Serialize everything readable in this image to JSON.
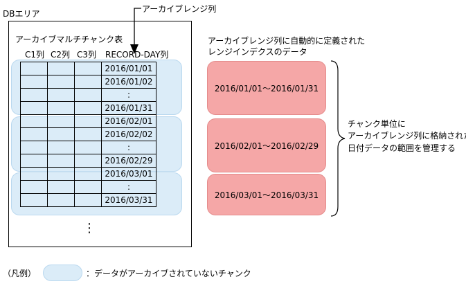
{
  "db_area_label": "DBエリア",
  "table_title": "アーカイブマルチチャンク表",
  "columns": [
    "C1列",
    "C2列",
    "C3列",
    "RECORD-DAY列"
  ],
  "rows": [
    "2016/01/01",
    "2016/01/02",
    ":",
    "2016/01/31",
    "2016/02/01",
    "2016/02/02",
    ":",
    "2016/02/29",
    "2016/03/01",
    ":",
    "2016/03/31"
  ],
  "continuation_mark": "⋮",
  "archive_column_label": "アーカイブレンジ列",
  "index_caption_line1": "アーカイブレンジ列に自動的に定義された",
  "index_caption_line2": "レンジインデクスのデータ",
  "ranges": [
    "2016/01/01～2016/01/31",
    "2016/02/01～2016/02/29",
    "2016/03/01～2016/03/31"
  ],
  "brace_note": [
    "チャンク単位に",
    "アーカイブレンジ列に格納された",
    "日付データの範囲を管理する"
  ],
  "legend_prefix": "（凡例）",
  "legend_text": "：データがアーカイブされていないチャンク",
  "colors": {
    "chunk_blue": "#dbecf8",
    "range_pink": "#f5a7a7"
  }
}
